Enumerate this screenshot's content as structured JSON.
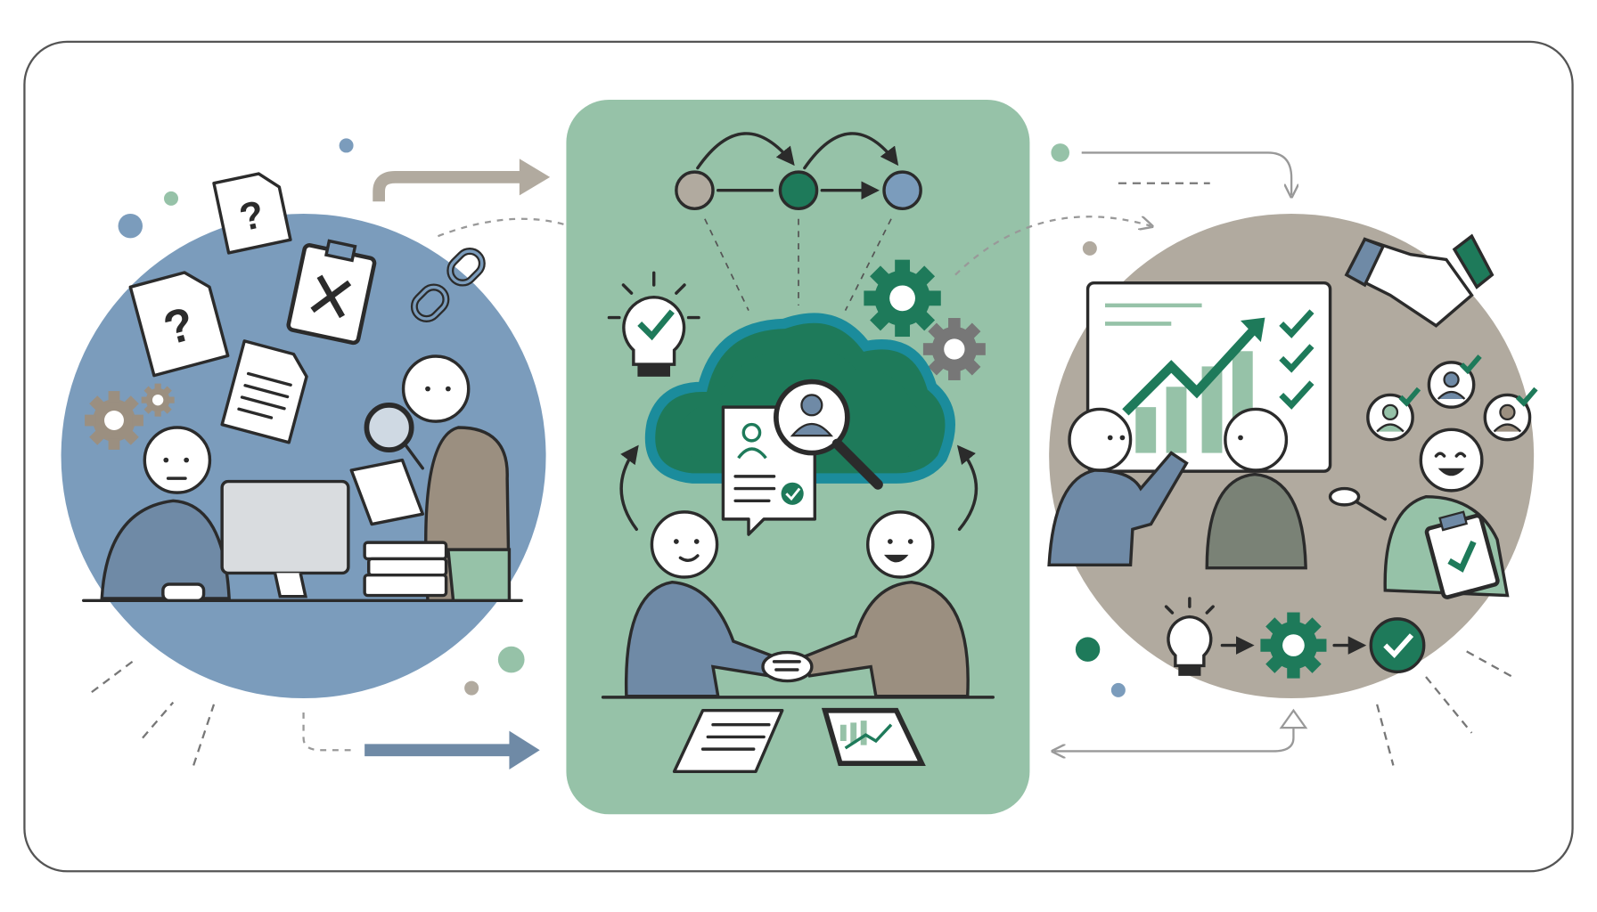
{
  "colors": {
    "frame": "#555555",
    "problem_circle": "#7b9cbc",
    "solution_panel": "#96c2a8",
    "result_circle": "#b1aa9f",
    "accent_green": "#1e7a5a",
    "cloud_teal": "#1b8c9c",
    "taupe": "#9b8f80",
    "slate": "#6f8aa6"
  },
  "panels": [
    {
      "id": "problem",
      "icons": [
        "question-document-icon",
        "rejected-clipboard-icon",
        "broken-link-icon",
        "gear-icon",
        "computer-icon",
        "magnifier-icon",
        "stacked-books-icon"
      ]
    },
    {
      "id": "solution",
      "icons": [
        "process-nodes-icon",
        "lightbulb-check-icon",
        "cloud-search-icon",
        "gear-icon",
        "profile-card-icon",
        "handshake-icon",
        "document-icon",
        "tablet-chart-icon"
      ]
    },
    {
      "id": "result",
      "icons": [
        "growth-chart-icon",
        "handshake-icon",
        "approved-user-icon",
        "clipboard-check-icon",
        "lightbulb-icon",
        "gear-icon",
        "check-circle-icon"
      ]
    }
  ]
}
